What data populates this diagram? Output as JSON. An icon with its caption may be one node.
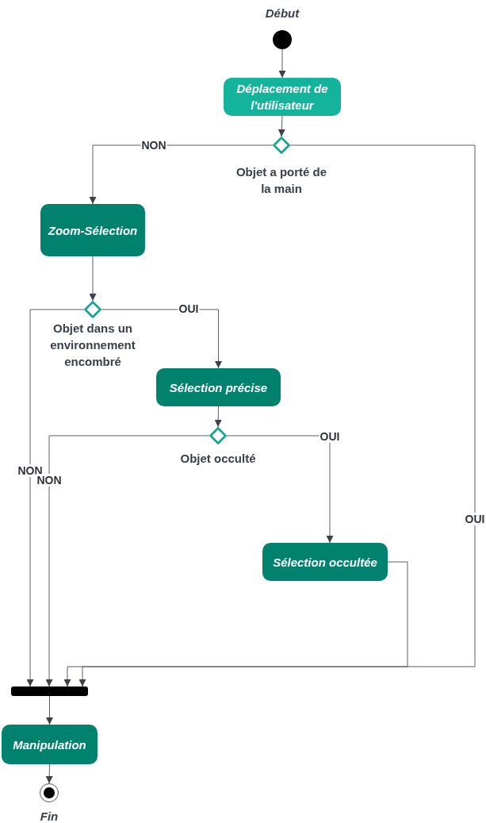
{
  "diagram": {
    "nodes": [
      {
        "text": [
          "Début"
        ]
      },
      {
        "text": [
          "Déplacement de l'utilisateur"
        ]
      },
      {
        "text": [
          "Objet a porté de la main"
        ]
      },
      {
        "text": [
          "Zoom-Sélection"
        ]
      },
      {
        "text": [
          "Objet dans un environnement encombré"
        ]
      },
      {
        "text": [
          "Sélection précise"
        ]
      },
      {
        "text": [
          "Objet occulté"
        ]
      },
      {
        "text": [
          "Sélection occultée"
        ]
      },
      {
        "text": [],
        "shape": "bar"
      },
      {
        "text": [
          "Manipulation"
        ]
      },
      {
        "text": [
          "Fin"
        ]
      }
    ],
    "edges": [
      {
        "from": 0,
        "to": 1,
        "arrow": "to"
      },
      {
        "from": 1,
        "to": 2,
        "arrow": "to"
      },
      {
        "from": 2,
        "to": 3,
        "arrow": "to",
        "label": "NON"
      },
      {
        "from": 2,
        "to": 8,
        "arrow": "to",
        "label": "OUI"
      },
      {
        "from": 3,
        "to": 4,
        "arrow": "to"
      },
      {
        "from": 4,
        "to": 5,
        "arrow": "to",
        "label": "OUI"
      },
      {
        "from": 4,
        "to": 8,
        "arrow": "to",
        "label": "NON"
      },
      {
        "from": 5,
        "to": 6,
        "arrow": "to"
      },
      {
        "from": 6,
        "to": 7,
        "arrow": "to",
        "label": "OUI"
      },
      {
        "from": 6,
        "to": 8,
        "arrow": "to",
        "label": "NON"
      },
      {
        "from": 7,
        "to": 8,
        "arrow": "to"
      },
      {
        "from": 8,
        "to": 9,
        "arrow": "to"
      },
      {
        "from": 9,
        "to": 10,
        "arrow": "to"
      }
    ]
  }
}
